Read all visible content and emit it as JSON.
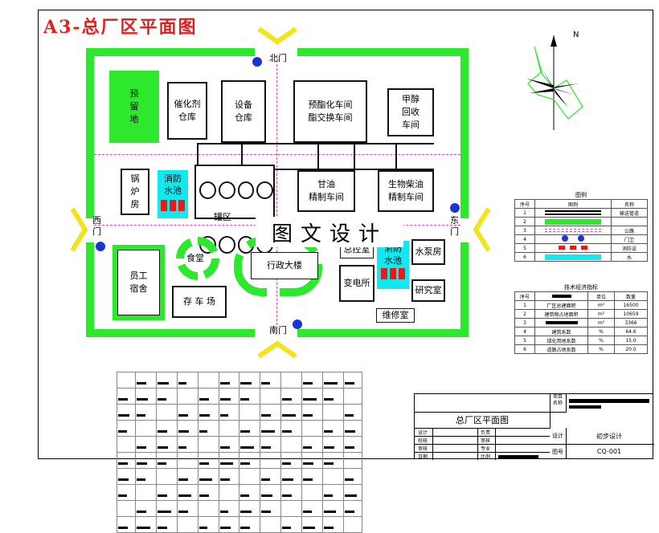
{
  "title": "A3-总厂区平面图",
  "watermark": "图文设计",
  "compass": {
    "north_label": "N"
  },
  "gates": {
    "north": "北门",
    "south": "南门",
    "west": "西\n门",
    "east": "东\n门"
  },
  "buildings": {
    "reserved_land": "预\n留\n地",
    "catalyst_store": "催化剂\n仓库",
    "equipment_store": "设备\n仓库",
    "pre_esterification": "预酯化车间\n酯交换车间",
    "methanol_recovery": "甲醇\n回收\n车间",
    "boiler": "锅\n炉\n房",
    "fire_pool": "消防\n水池",
    "tank_area": "罐区",
    "glycerin": "甘油\n精制车间",
    "biodiesel": "生物柴油\n精制车间",
    "staff_dorm": "员工\n宿舍",
    "canteen": "食堂",
    "office": "行政大楼",
    "central_control": "总控室",
    "east_pool": "消防\n水池",
    "pump_room": "水泵房",
    "substation": "变电所",
    "lab": "研究室",
    "repair": "维修室",
    "parking": "存 车 场"
  },
  "legend": {
    "caption": "图例",
    "headers": [
      "序号",
      "图例",
      "名称"
    ],
    "rows": [
      {
        "no": "1",
        "name": "输送管道"
      },
      {
        "no": "2",
        "name": ""
      },
      {
        "no": "3",
        "name": "公路"
      },
      {
        "no": "4",
        "name": "门卫"
      },
      {
        "no": "5",
        "name": "消防设"
      },
      {
        "no": "6",
        "name": "水"
      }
    ]
  },
  "economics": {
    "caption": "技术经济指标",
    "headers": [
      "序号",
      "",
      "单位",
      "数量"
    ],
    "rows": [
      {
        "no": "1",
        "item": "厂区总建面积",
        "unit": "m²",
        "value": "16500"
      },
      {
        "no": "2",
        "item": "建筑物占地面积",
        "unit": "m²",
        "value": "10659"
      },
      {
        "no": "3",
        "item": "",
        "unit": "m²",
        "value": "3366"
      },
      {
        "no": "4",
        "item": "建筑系数",
        "unit": "%",
        "value": "64.6"
      },
      {
        "no": "5",
        "item": "绿化用地系数",
        "unit": "%",
        "value": "15.0"
      },
      {
        "no": "6",
        "item": "道路占地系数",
        "unit": "%",
        "value": "20.0"
      }
    ]
  },
  "title_block": {
    "drawing_name": "总厂区平面图",
    "stage_label": "设计",
    "stage_value": "初步设计",
    "drawing_no_label": "图号",
    "drawing_no": "CQ-001",
    "project_label": "项目\n名称",
    "rows_left": [
      "设计",
      "校核",
      "审核",
      "日期"
    ],
    "rows_mid": [
      "负责",
      "审核",
      "专业",
      "比例"
    ]
  },
  "colors": {
    "wall": "#2ee82e",
    "pool": "#12e8ee",
    "gate_dot": "#1a34d6",
    "road": "#d04ac0",
    "title": "#e21f1f"
  }
}
